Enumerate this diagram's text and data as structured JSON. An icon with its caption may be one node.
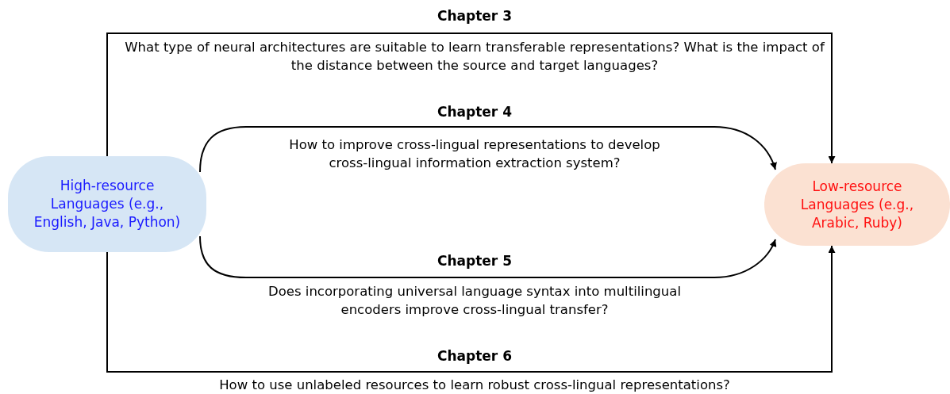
{
  "diagram": {
    "nodes": [
      {
        "text": [
          "High-resource Languages (e.g., English, Java, Python)"
        ]
      },
      {
        "text": [
          "Low-resource Languages (e.g., Arabic, Ruby)"
        ]
      }
    ],
    "edges": [
      {
        "from": 0,
        "to": 1,
        "arrow": "to",
        "label": "Chapter 3"
      },
      {
        "from": 0,
        "to": 1,
        "arrow": "to",
        "label": "Chapter 4"
      },
      {
        "from": 0,
        "to": 1,
        "arrow": "to",
        "label": "Chapter 5"
      },
      {
        "from": 0,
        "to": 1,
        "arrow": "to",
        "label": "Chapter 6"
      }
    ],
    "labels": [
      "What type of neural architectures are suitable to learn transferable representations? What is the impact of the distance between the source and target languages?",
      "How to improve cross-lingual representations to develop cross-lingual information extraction system?",
      "Does incorporating universal language syntax into multilingual encoders improve cross-lingual transfer?",
      "How to use unlabeled resources to learn robust cross-lingual representations?"
    ]
  }
}
